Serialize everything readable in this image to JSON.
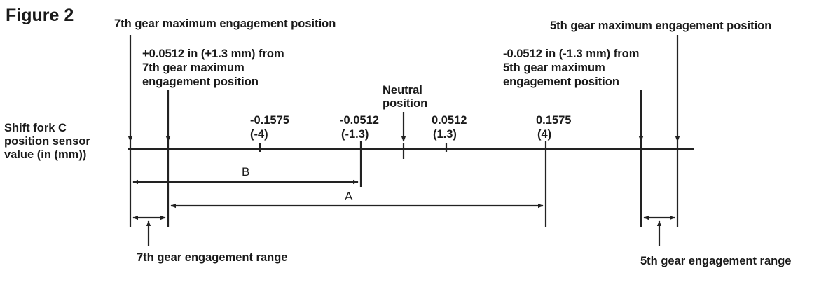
{
  "figure_label": "Figure 2",
  "axis_label": [
    "Shift fork C",
    "position sensor",
    "value (in (mm))"
  ],
  "callouts": {
    "seventh_max": "7th gear maximum engagement position",
    "fifth_max": "5th gear maximum engagement position",
    "seventh_offset": [
      "+0.0512 in (+1.3 mm) from",
      "7th gear maximum",
      "engagement position"
    ],
    "fifth_offset": [
      "-0.0512 in (-1.3 mm) from",
      "5th gear maximum",
      "engagement position"
    ],
    "neutral": [
      "Neutral",
      "position"
    ]
  },
  "ticks": [
    {
      "in": "-0.1575",
      "mm": "(-4)"
    },
    {
      "in": "-0.0512",
      "mm": "(-1.3)"
    },
    {
      "in": "0.0512",
      "mm": "(1.3)"
    },
    {
      "in": "0.1575",
      "mm": "(4)"
    }
  ],
  "ranges": {
    "a": "A",
    "b": "B",
    "seventh_range": "7th gear engagement range",
    "fifth_range": "5th gear engagement range"
  },
  "colors": {
    "line": "#222222",
    "text": "#1a1a1a"
  }
}
